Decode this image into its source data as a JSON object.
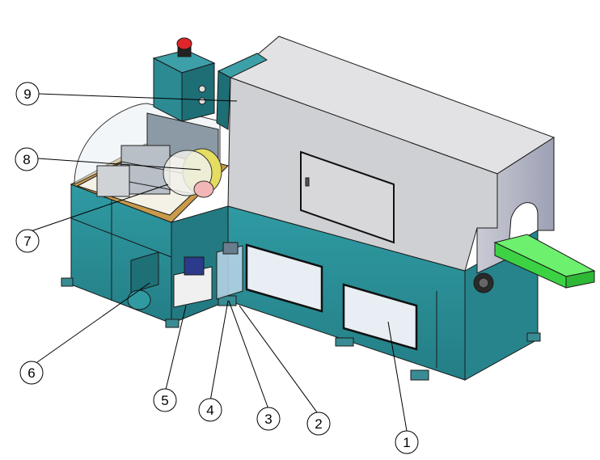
{
  "diagram": {
    "callouts": [
      {
        "id": "c1",
        "label": "1"
      },
      {
        "id": "c2",
        "label": "2"
      },
      {
        "id": "c3",
        "label": "3"
      },
      {
        "id": "c4",
        "label": "4"
      },
      {
        "id": "c5",
        "label": "5"
      },
      {
        "id": "c6",
        "label": "6"
      },
      {
        "id": "c7",
        "label": "7"
      },
      {
        "id": "c8",
        "label": "8"
      },
      {
        "id": "c9",
        "label": "9"
      }
    ]
  },
  "colors": {
    "cabinet_teal": "#2e8f98",
    "cabinet_teal_dark": "#1f6f77",
    "hood_grey": "#d6d6d8",
    "hood_side": "#a9abb8",
    "workpiece_green": "#44e04a",
    "blade_yellow": "#e8e06a",
    "beacon_red": "#e0262a",
    "glass_tint": "#dfe9f0"
  }
}
